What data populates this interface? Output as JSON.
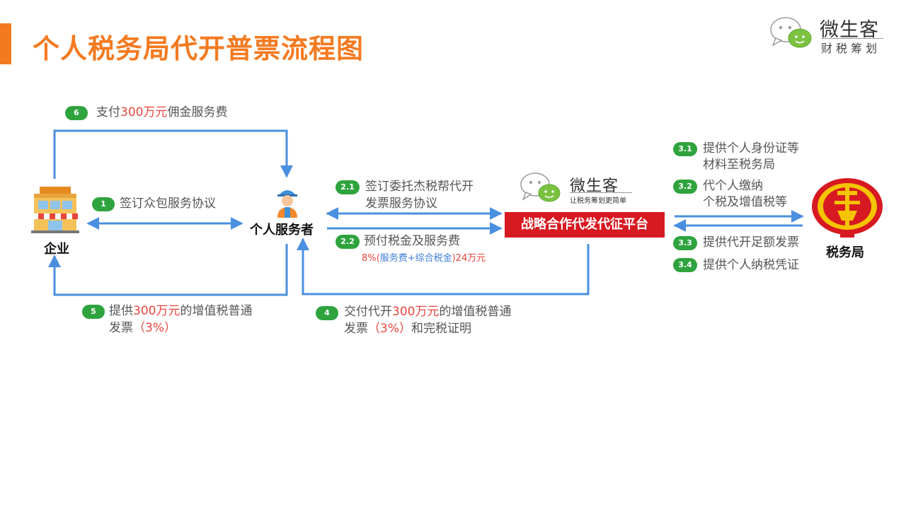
{
  "header": {
    "title": "个人税务局代开普票流程图",
    "brand_name": "微生客",
    "brand_sub": "财税筹划"
  },
  "nodes": {
    "enterprise": "企业",
    "provider": "个人服务者",
    "platform": "战略合作代发代征平台",
    "tax_bureau": "税务局",
    "platform_brand_name": "微生客",
    "platform_brand_slogan": "让税务筹划更简单"
  },
  "steps": {
    "s1": {
      "badge": "1",
      "text": "签订众包服务协议"
    },
    "s2_1": {
      "badge": "2.1",
      "line1": "签订委托杰税帮代开",
      "line2": "发票服务协议"
    },
    "s2_2": {
      "badge": "2.2",
      "line1": "预付税金及服务费",
      "note_a": "8%(",
      "note_b": "服务费+综合税金",
      "note_c": ")24万元"
    },
    "s3_1": {
      "badge": "3.1",
      "line1": "提供个人身份证等",
      "line2": "材料至税务局"
    },
    "s3_2": {
      "badge": "3.2",
      "line1": "代个人缴纳",
      "line2": "个税及增值税等"
    },
    "s3_3": {
      "badge": "3.3",
      "text": "提供代开足额发票"
    },
    "s3_4": {
      "badge": "3.4",
      "text": "提供个人纳税凭证"
    },
    "s4": {
      "badge": "4",
      "l1a": "交付代开",
      "l1b": "300万元",
      "l1c": "的增值税普通",
      "l2a": "发票",
      "l2b": "（3%）",
      "l2c": "和完税证明"
    },
    "s5": {
      "badge": "5",
      "l1a": "提供",
      "l1b": "300万元",
      "l1c": "的增值税普通",
      "l2a": "发票",
      "l2b": "（3%）"
    },
    "s6": {
      "badge": "6",
      "a": "支付",
      "b": "300万元",
      "c": "佣金服务费"
    }
  },
  "colors": {
    "accent": "#f47a20",
    "arrow": "#4a8fe0",
    "badge": "#2fa33e",
    "highlight": "#e8453c",
    "platform": "#d71921"
  }
}
